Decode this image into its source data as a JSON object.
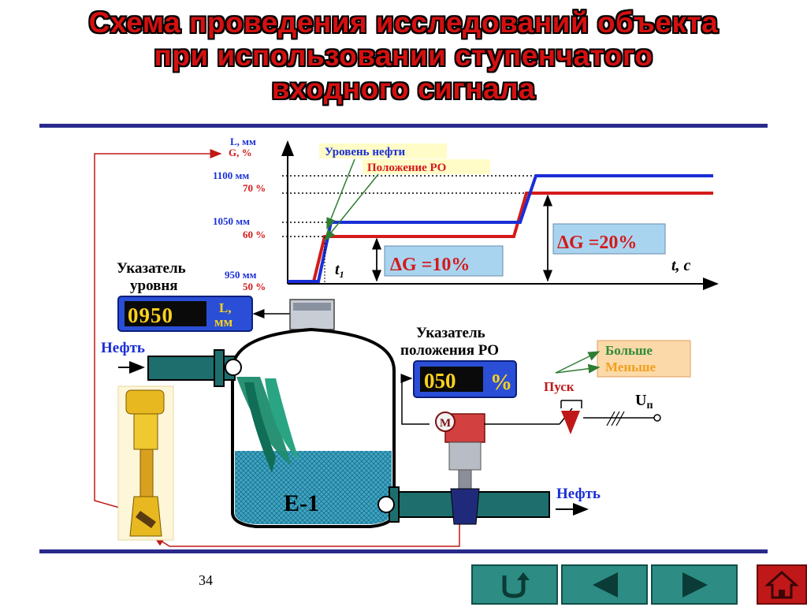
{
  "title": {
    "line1": "Схема проведения исследований объекта",
    "line2": "при использовании ступенчатого",
    "line3": "входного сигнала"
  },
  "graph": {
    "y_label_top": "L, мм",
    "y_label_bottom": "G, %",
    "x_label": "t, c",
    "t1_label": "t",
    "t1_sub": "1",
    "ticks": [
      {
        "mm": "1100 мм",
        "pct": "70 %"
      },
      {
        "mm": "1050 мм",
        "pct": "60 %"
      },
      {
        "mm": "950 мм",
        "pct": "50 %"
      }
    ],
    "legend_level": "Уровень нефти",
    "legend_valve": "Положение РО",
    "delta1": "ΔG =10%",
    "delta2": "ΔG =20%",
    "colors": {
      "level": "#1a2fd6",
      "valve": "#d41a1a"
    }
  },
  "level_indicator": {
    "label_line1": "Указатель",
    "label_line2": "уровня",
    "value": "0950",
    "unit_line1": "L,",
    "unit_line2": "мм"
  },
  "valve_indicator": {
    "label_line1": "Указатель",
    "label_line2": "положения РО",
    "value": "050",
    "unit": "%"
  },
  "controls": {
    "more": "Больше",
    "less": "Меньше",
    "start": "Пуск",
    "supply": "U",
    "supply_sub": "п",
    "motor": "M"
  },
  "plant": {
    "oil_in": "Нефть",
    "oil_out": "Нефть",
    "tank": "Е-1"
  },
  "footer": {
    "page_number": "34",
    "icons": [
      "return-icon",
      "back-arrow-icon",
      "forward-arrow-icon",
      "home-icon"
    ]
  }
}
